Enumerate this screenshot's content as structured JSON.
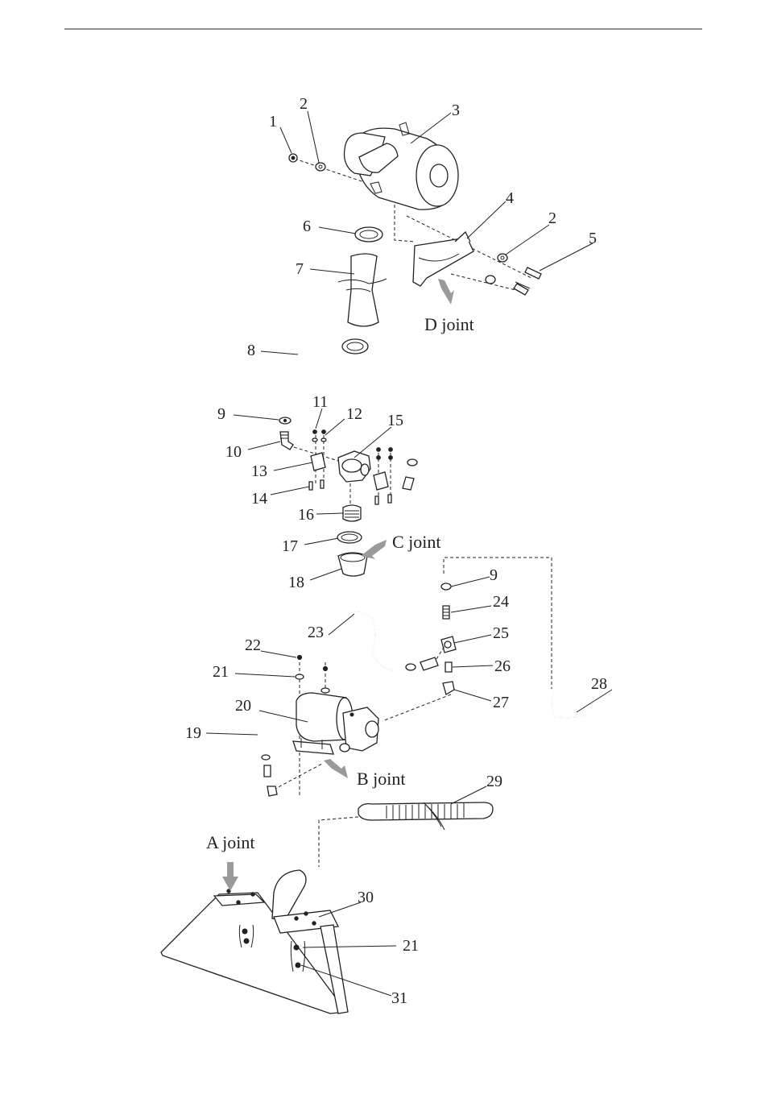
{
  "callouts": [
    "1",
    "2",
    "3",
    "4",
    "2",
    "5",
    "6",
    "7",
    "8",
    "9",
    "10",
    "11",
    "12",
    "13",
    "14",
    "15",
    "16",
    "17",
    "18",
    "9",
    "24",
    "25",
    "26",
    "27",
    "28",
    "23",
    "22",
    "21",
    "20",
    "19",
    "29",
    "30",
    "21",
    "31"
  ],
  "joints": {
    "d": "D joint",
    "c": "C joint",
    "b": "B joint",
    "a": "A joint"
  }
}
